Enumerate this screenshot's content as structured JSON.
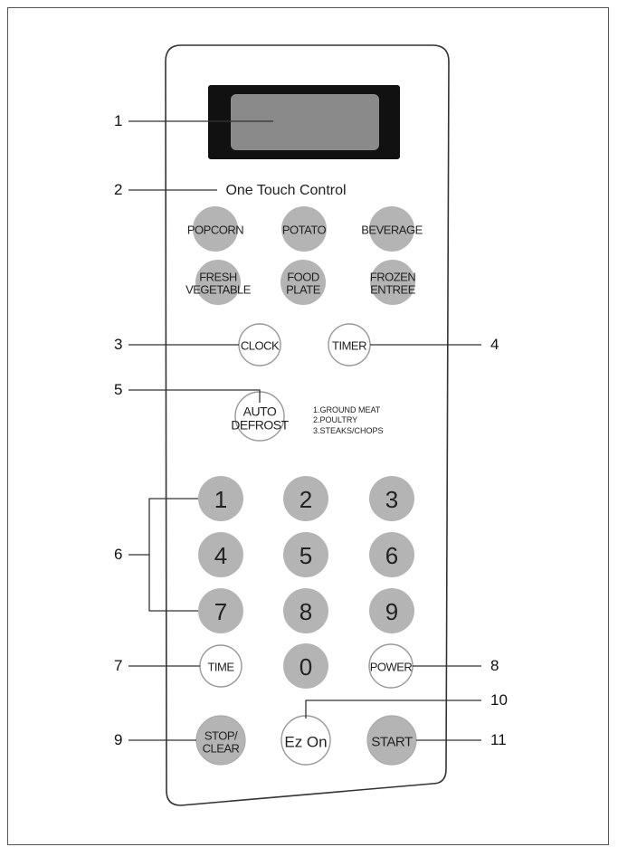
{
  "panel": {
    "heading": "One Touch Control",
    "one_touch_row1": [
      "POPCORN",
      "POTATO",
      "BEVERAGE"
    ],
    "one_touch_row2": [
      "FRESH\nVEGETABLE",
      "FOOD\nPLATE",
      "FROZEN\nENTREE"
    ],
    "clock": "CLOCK",
    "timer": "TIMER",
    "auto_defrost": "AUTO\nDEFROST",
    "defrost_options": [
      "1.GROUND MEAT",
      "2.POULTRY",
      "3.STEAKS/CHOPS"
    ],
    "digits": [
      "1",
      "2",
      "3",
      "4",
      "5",
      "6",
      "7",
      "8",
      "9",
      "0"
    ],
    "time": "TIME",
    "power": "POWER",
    "stop_clear": "STOP/\nCLEAR",
    "ez_on": "Ez On",
    "start": "START"
  },
  "callouts": [
    "1",
    "2",
    "3",
    "4",
    "5",
    "6",
    "7",
    "8",
    "9",
    "10",
    "11"
  ],
  "colors": {
    "button_fill": "#b4b4b4",
    "display_outer": "#111111",
    "display_inner": "#8a8a8a"
  }
}
